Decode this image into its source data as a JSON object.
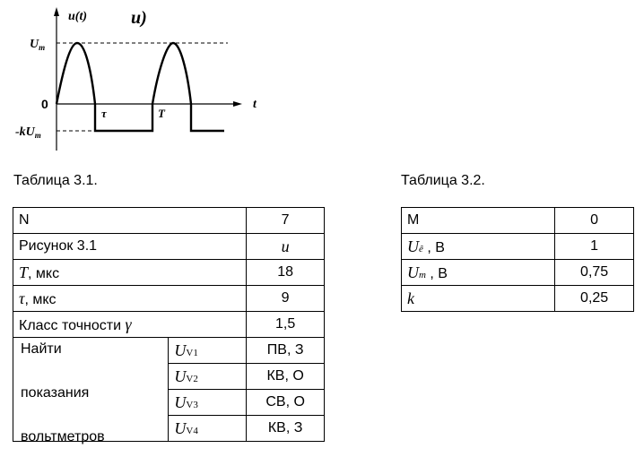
{
  "graph": {
    "y_axis_label": "u(t)",
    "figure_letter": "u)",
    "x_axis_label": "t",
    "level_um": "U",
    "level_um_sub": "m",
    "level_zero": "0",
    "level_neg": "-kU",
    "level_neg_sub": "m",
    "tau_label": "τ",
    "period_label": "T"
  },
  "table1": {
    "caption": "Таблица 3.1.",
    "rows": [
      {
        "label": "N",
        "value": "7"
      },
      {
        "label": "Рисунок 3.1",
        "value": "u"
      },
      {
        "symbol": "T",
        "unit": ", мкс",
        "value": "18"
      },
      {
        "symbol": "τ",
        "unit": ", мкс",
        "value": "9"
      },
      {
        "label": "Класс точности ",
        "symbol": "γ",
        "value": "1,5"
      }
    ],
    "find_words": [
      "Найти",
      "показания",
      "вольтметров"
    ],
    "voltmeters": [
      {
        "symbol": "U",
        "sub": "V1",
        "value": "ПВ, З"
      },
      {
        "symbol": "U",
        "sub": "V2",
        "value": "КВ, О"
      },
      {
        "symbol": "U",
        "sub": "V3",
        "value": "СВ, О"
      },
      {
        "symbol": "U",
        "sub": "V4",
        "value": "КВ, З"
      }
    ]
  },
  "table2": {
    "caption": "Таблица 3.2.",
    "rows": [
      {
        "label": "M",
        "value": "0"
      },
      {
        "symbol": "U",
        "sub": "ê",
        "unit": " , В",
        "value": "1"
      },
      {
        "symbol": "U",
        "sub": "m",
        "unit": " , В",
        "value": "0,75"
      },
      {
        "symbol": "k",
        "value": "0,25"
      }
    ]
  }
}
